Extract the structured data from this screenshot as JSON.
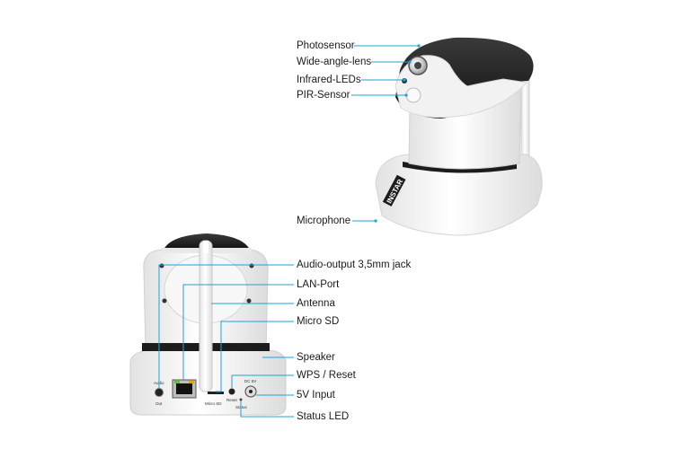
{
  "brand": "INSTAR",
  "colors": {
    "leader": "#1fa3d6",
    "body": "#f4f4f4",
    "dark": "#1c1c1c"
  },
  "labels": {
    "photosensor": "Photosensor",
    "wide_angle_lens": "Wide-angle-lens",
    "infrared_leds": "Infrared-LEDs",
    "pir_sensor": "PIR-Sensor",
    "microphone": "Microphone",
    "audio_output": "Audio-output 3,5mm jack",
    "lan_port": "LAN-Port",
    "antenna": "Antenna",
    "micro_sd": "Micro SD",
    "speaker": "Speaker",
    "wps_reset": "WPS / Reset",
    "input_5v": "5V Input",
    "status_led": "Status LED"
  },
  "panel_text": {
    "audio": "Audio",
    "out": "Out",
    "micro_sd": "Micro SD",
    "dc": "DC 5V",
    "reset": "Reset",
    "status": "Status"
  }
}
